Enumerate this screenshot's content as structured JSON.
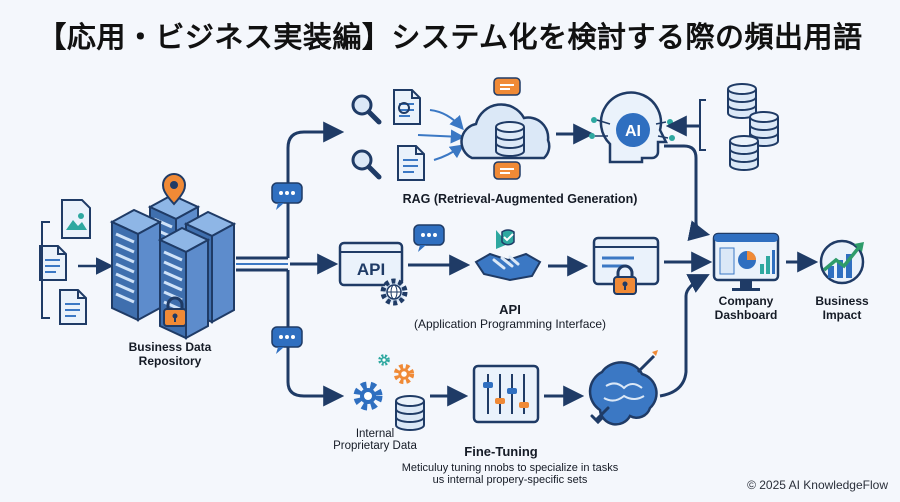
{
  "title": "【応用・ビジネス実装編】システム化を検討する際の頻出用語",
  "repository": {
    "label_line1": "Business Data",
    "label_line2": "Repository"
  },
  "rag": {
    "label": "RAG (Retrieval-Augmented Generation)",
    "ai_text": "AI"
  },
  "api": {
    "badge": "API",
    "label_line1": "API",
    "label_line2": "(Application Programming Interface)"
  },
  "fine_tuning": {
    "data_label_line1": "Internal",
    "data_label_line2": "Proprietary Data",
    "label": "Fine-Tuning",
    "desc_line1": "Meticuluy tuning nnobs to specialize in tasks",
    "desc_line2": "us internal propery-specific sets"
  },
  "dashboard": {
    "label_line1": "Company",
    "label_line2": "Dashboard"
  },
  "impact": {
    "label_line1": "Business",
    "label_line2": "Impact"
  },
  "copyright": "© 2025 AI KnowledgeFlow",
  "colors": {
    "navy": "#1f3b66",
    "blue": "#3b78c4",
    "light_blue": "#dbe8f7",
    "orange": "#f08a36",
    "green": "#2e9c6a",
    "teal": "#2ea8a0"
  }
}
